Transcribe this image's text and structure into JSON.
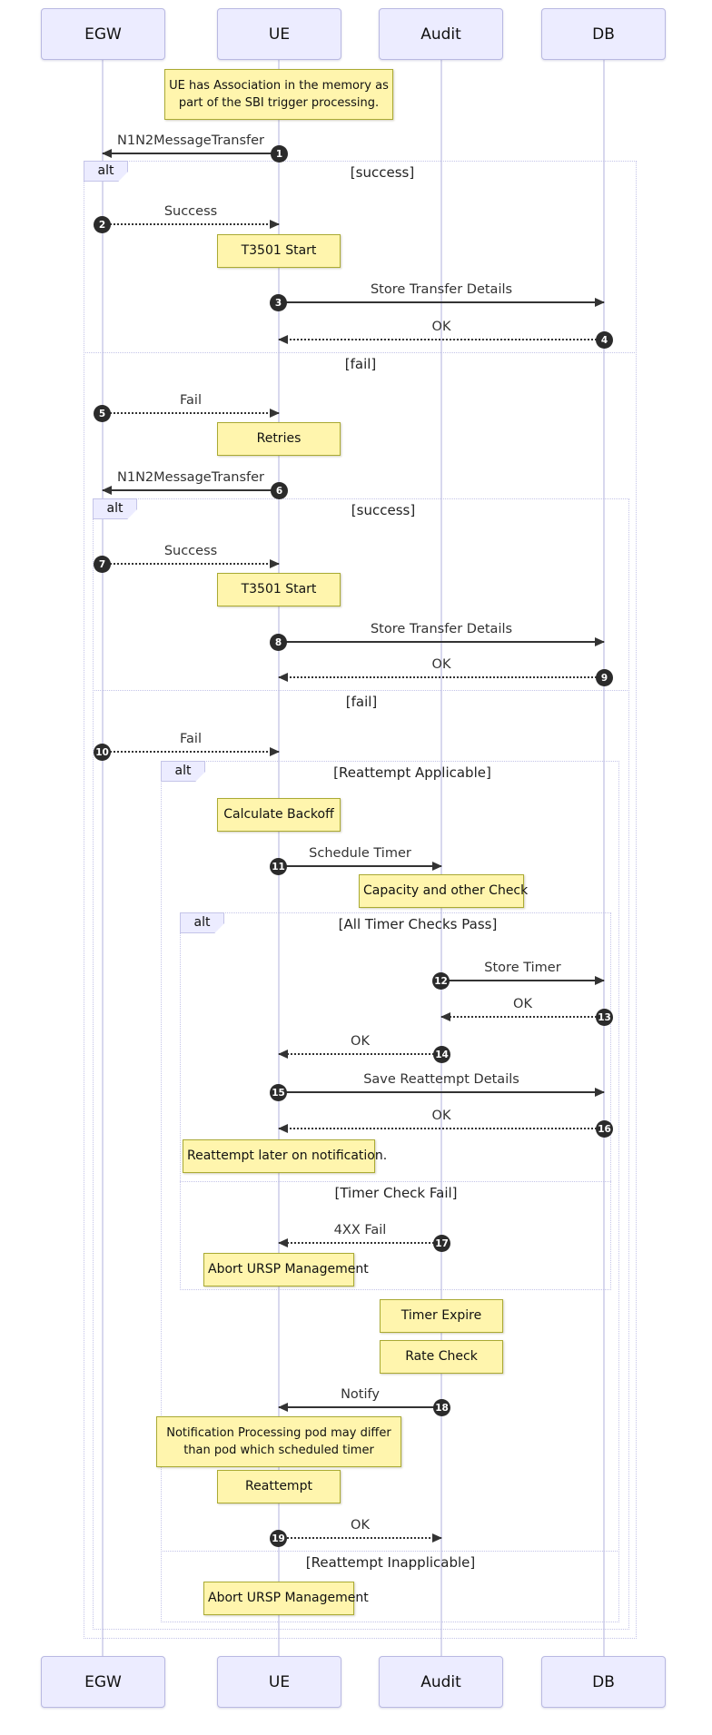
{
  "actors": [
    {
      "label": "EGW"
    },
    {
      "label": "UE"
    },
    {
      "label": "Audit"
    },
    {
      "label": "DB"
    }
  ],
  "frames": [
    {
      "tag": "alt",
      "condition": "[success]"
    },
    {
      "tag": "alt",
      "condition": "[success]"
    },
    {
      "tag": "alt",
      "condition": "[Reattempt Applicable]"
    },
    {
      "tag": "alt",
      "condition": "[All Timer Checks Pass]"
    }
  ],
  "dividers": [
    {
      "label": "[fail]"
    },
    {
      "label": "[fail]"
    },
    {
      "label": "[Timer Check Fail]"
    },
    {
      "label": "[Reattempt Inapplicable]"
    }
  ],
  "messages": [
    {
      "num": "1",
      "label": "N1N2MessageTransfer"
    },
    {
      "num": "2",
      "label": "Success"
    },
    {
      "num": "3",
      "label": "Store Transfer Details"
    },
    {
      "num": "4",
      "label": "OK"
    },
    {
      "num": "5",
      "label": "Fail"
    },
    {
      "num": "6",
      "label": "N1N2MessageTransfer"
    },
    {
      "num": "7",
      "label": "Success"
    },
    {
      "num": "8",
      "label": "Store Transfer Details"
    },
    {
      "num": "9",
      "label": "OK"
    },
    {
      "num": "10",
      "label": "Fail"
    },
    {
      "num": "11",
      "label": "Schedule Timer"
    },
    {
      "num": "12",
      "label": "Store Timer"
    },
    {
      "num": "13",
      "label": "OK"
    },
    {
      "num": "14",
      "label": "OK"
    },
    {
      "num": "15",
      "label": "Save Reattempt Details"
    },
    {
      "num": "16",
      "label": "OK"
    },
    {
      "num": "17",
      "label": "4XX Fail"
    },
    {
      "num": "18",
      "label": "Notify"
    },
    {
      "num": "19",
      "label": "OK"
    }
  ],
  "notes": [
    {
      "text": "UE has Association in the memory as part of the SBI trigger processing."
    },
    {
      "text": "T3501 Start"
    },
    {
      "text": "Retries"
    },
    {
      "text": "T3501 Start"
    },
    {
      "text": "Calculate Backoff"
    },
    {
      "text": "Capacity and other Check"
    },
    {
      "text": "Reattempt later on notification."
    },
    {
      "text": "Abort URSP Management"
    },
    {
      "text": "Timer Expire"
    },
    {
      "text": "Rate Check"
    },
    {
      "text": "Notification Processing pod may differ than pod which scheduled timer"
    },
    {
      "text": "Reattempt"
    },
    {
      "text": "Abort URSP Management"
    }
  ],
  "colors": {
    "actor_fill": "#ECECFF",
    "actor_border": "#b9b9e2",
    "note_fill": "#FFF5AD",
    "note_border": "#AAAA33",
    "frame_border": "#c4c4e8",
    "message_line": "#333333",
    "lifeline": "#d8d8ee",
    "number_badge": "#2b2b2b"
  }
}
